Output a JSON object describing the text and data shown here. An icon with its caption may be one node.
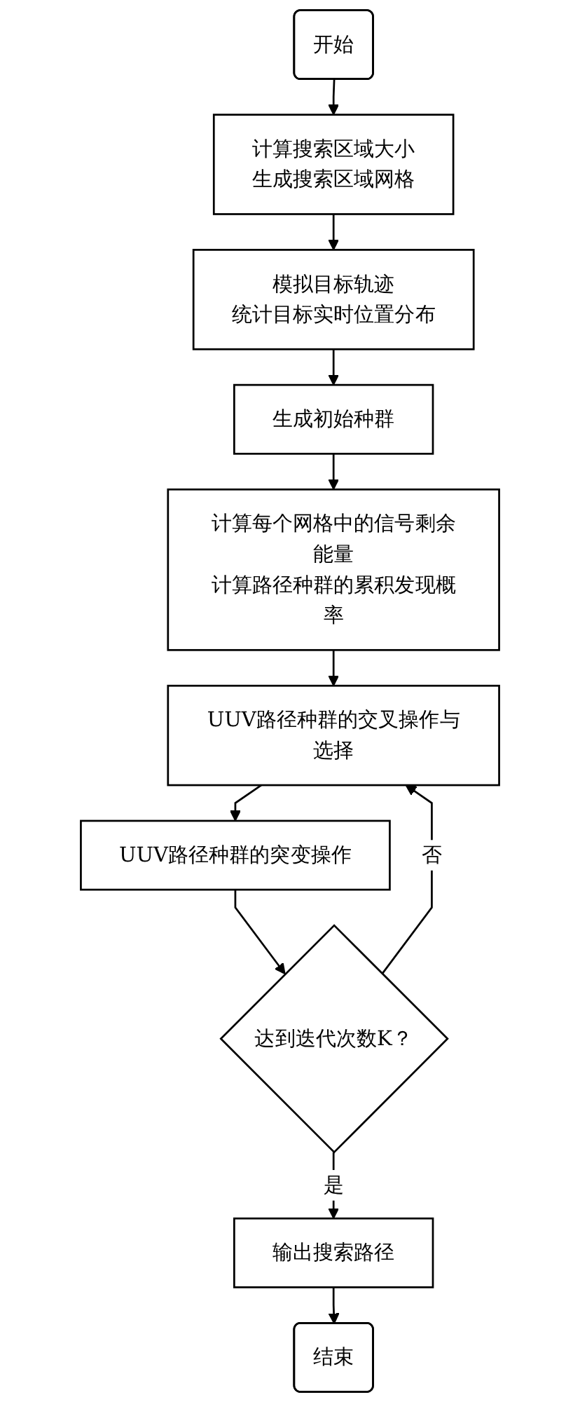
{
  "diagram": {
    "nodes": [
      {
        "text": [
          "开始"
        ]
      },
      {
        "text": [
          "计算搜索区域大小",
          "生成搜索区域网格"
        ]
      },
      {
        "text": [
          "模拟目标轨迹",
          "统计目标实时位置分布"
        ]
      },
      {
        "text": [
          "生成初始种群"
        ]
      },
      {
        "text": [
          "计算每个网格中的信号剩余能量",
          "计算路径种群的累积发现概率"
        ]
      },
      {
        "text": [
          "UUV路径种群的交叉操作与选择"
        ]
      },
      {
        "text": [
          "UUV路径种群的突变操作"
        ]
      },
      {
        "text": [
          "达到迭代次数K？"
        ]
      },
      {
        "text": [
          "输出搜索路径"
        ]
      },
      {
        "text": [
          "结束"
        ]
      }
    ],
    "edges": [
      {
        "from": 0,
        "to": 1,
        "arrow": "to"
      },
      {
        "from": 1,
        "to": 2,
        "arrow": "to"
      },
      {
        "from": 2,
        "to": 3,
        "arrow": "to"
      },
      {
        "from": 3,
        "to": 4,
        "arrow": "to"
      },
      {
        "from": 4,
        "to": 5,
        "arrow": "to"
      },
      {
        "from": 5,
        "to": 6,
        "arrow": "to"
      },
      {
        "from": 6,
        "to": 7,
        "arrow": "to"
      },
      {
        "from": 7,
        "to": 5,
        "arrow": "to",
        "label": "否"
      },
      {
        "from": 7,
        "to": 8,
        "arrow": "to",
        "label": "是"
      },
      {
        "from": 8,
        "to": 9,
        "arrow": "to"
      }
    ]
  }
}
